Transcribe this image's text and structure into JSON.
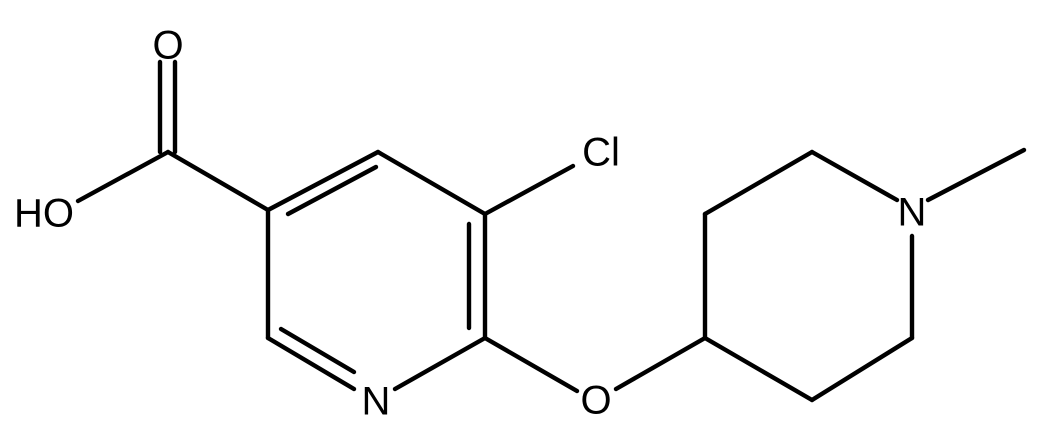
{
  "molecule": {
    "atoms": {
      "carbonyl_oxygen": "O",
      "hydroxyl": "HO",
      "chlorine": "Cl",
      "ring_nitrogen": "N",
      "ether_oxygen": "O",
      "piperidine_nitrogen": "N"
    },
    "bond_color": "#000000",
    "background": "#ffffff"
  }
}
